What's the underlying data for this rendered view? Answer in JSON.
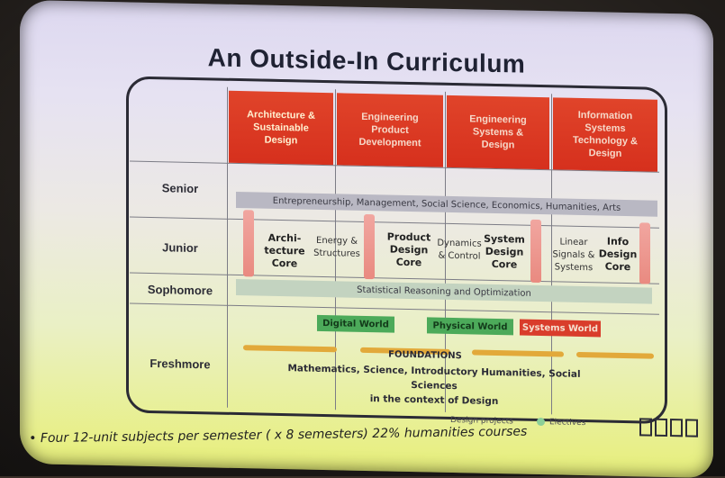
{
  "slide": {
    "title": "An Outside-In Curriculum",
    "tracks": [
      {
        "label": "Architecture &\nSustainable\nDesign"
      },
      {
        "label": "Engineering\nProduct\nDevelopment"
      },
      {
        "label": "Engineering\nSystems &\nDesign"
      },
      {
        "label": "Information\nSystems\nTechnology &\nDesign"
      }
    ],
    "rows": {
      "senior": "Senior",
      "junior": "Junior",
      "sophomore": "Sophomore",
      "freshmore": "Freshmore"
    },
    "senior_band": "Entrepreneurship, Management, Social Science, Economics, Humanities, Arts",
    "junior_cores": [
      {
        "label": "Archi-\ntecture\nCore"
      },
      {
        "label": "Energy &\nStructures"
      },
      {
        "label": "Product\nDesign\nCore"
      },
      {
        "label": "Dynamics\n& Control"
      },
      {
        "label": "System\nDesign\nCore"
      },
      {
        "label": "Linear\nSignals &\nSystems"
      },
      {
        "label": "Info\nDesign\nCore"
      }
    ],
    "sophomore_band": "Statistical Reasoning and Optimization",
    "worlds": {
      "digital": "Digital World",
      "physical": "Physical World",
      "systems": "Systems World"
    },
    "foundations_title": "FOUNDATIONS",
    "foundations_body": "Mathematics, Science, Introductory Humanities, Social Sciences\nin the context of Design",
    "legend": {
      "design_projects": "Design projects",
      "electives": "Electives"
    },
    "footnote": "• Four 12-unit subjects per semester ( x 8 semesters)  22% humanities courses"
  },
  "colors": {
    "track_red": "#d6301d",
    "world_green": "#4caa5a",
    "world_red": "#d93d2b",
    "band_gray": "#b9b8c3",
    "band_green": "#c3d3c0",
    "orange_bar": "#e2a93a"
  }
}
